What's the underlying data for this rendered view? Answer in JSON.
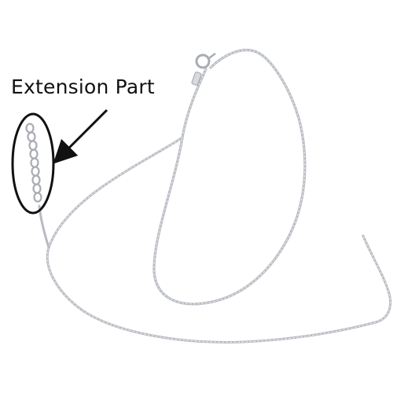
{
  "callout": {
    "label": "Extension Part"
  },
  "colors": {
    "background": "#ffffff",
    "chain": "#b8bcc2",
    "chain_highlight": "#eef0f2",
    "annotation": "#111111"
  },
  "icons": {
    "arrow": "arrow-left-down",
    "clasp": "spring-ring-clasp"
  }
}
